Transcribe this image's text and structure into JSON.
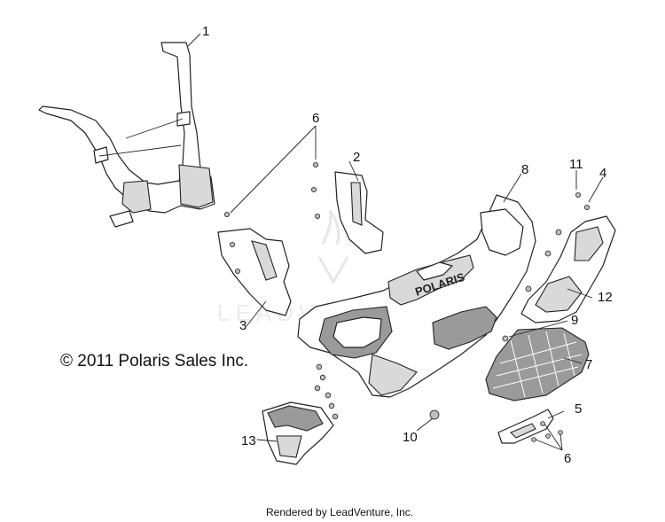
{
  "diagram": {
    "callouts": [
      {
        "id": "1",
        "label": "1"
      },
      {
        "id": "2",
        "label": "2"
      },
      {
        "id": "3",
        "label": "3"
      },
      {
        "id": "4",
        "label": "4"
      },
      {
        "id": "5",
        "label": "5"
      },
      {
        "id": "6a",
        "label": "6"
      },
      {
        "id": "6b",
        "label": "6"
      },
      {
        "id": "7",
        "label": "7"
      },
      {
        "id": "8",
        "label": "8"
      },
      {
        "id": "9",
        "label": "9"
      },
      {
        "id": "10",
        "label": "10"
      },
      {
        "id": "11",
        "label": "11"
      },
      {
        "id": "12",
        "label": "12"
      },
      {
        "id": "13",
        "label": "13"
      }
    ],
    "copyright": "© 2011 Polaris Sales Inc.",
    "bumper_logo": "POLARIS",
    "footer": "Rendered by LeadVenture, Inc.",
    "watermark": "LEADVENTURE"
  }
}
